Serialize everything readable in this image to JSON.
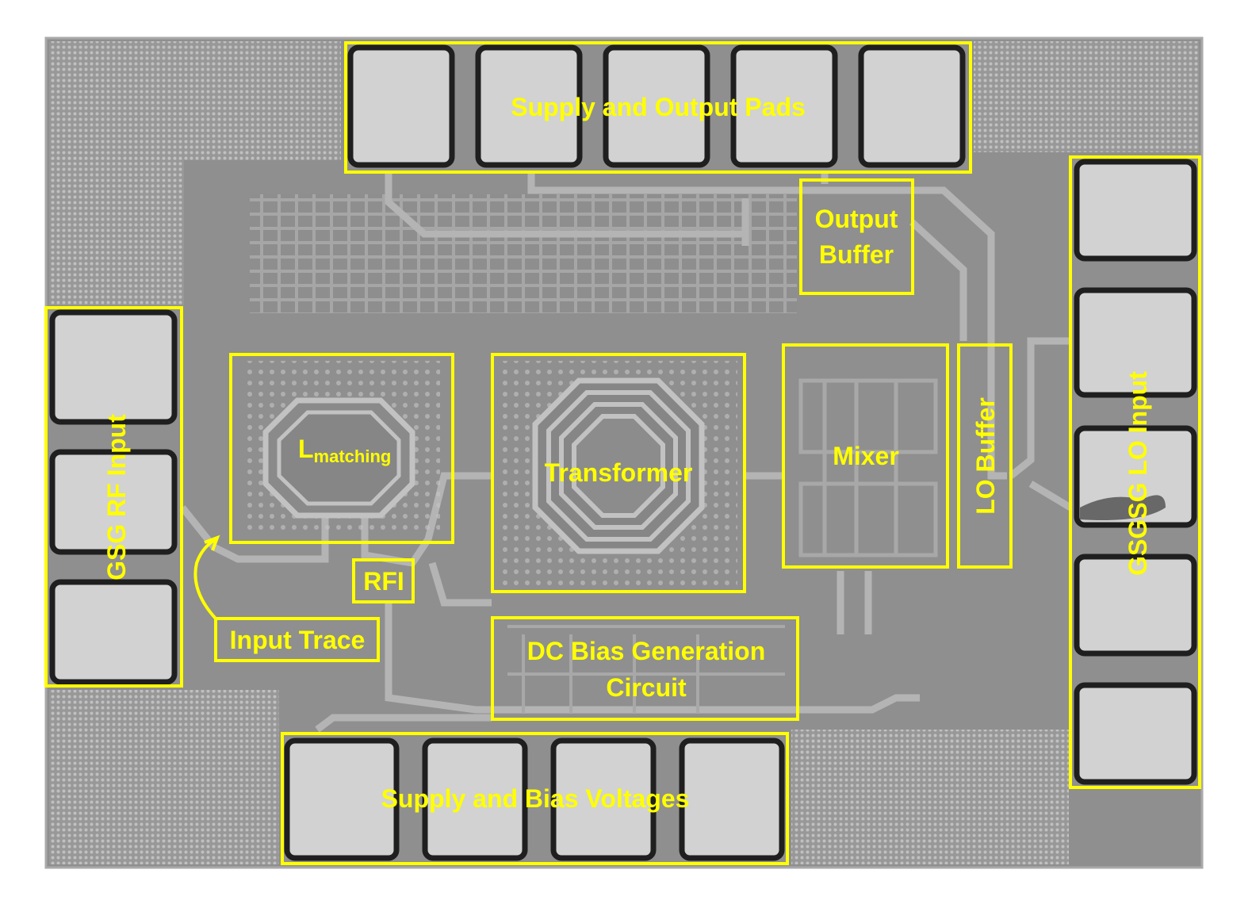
{
  "colors": {
    "annotation": "#ffff00",
    "die_background": "#8f8f8f",
    "pad_fill": "#d2d2d2",
    "pad_border": "#1f1f1f",
    "metal_trace": "#b4b4b4"
  },
  "labels": {
    "supply_output_pads": "Supply and Output Pads",
    "output_buffer_line1": "Output",
    "output_buffer_line2": "Buffer",
    "gsg_rf_input": "GSG RF Input",
    "l_matching_main": "L",
    "l_matching_sub": "matching",
    "transformer": "Transformer",
    "mixer": "Mixer",
    "lo_buffer": "LO Buffer",
    "gsgsg_lo_input": "GSGSG LO Input",
    "rfi": "RFI",
    "input_trace": "Input Trace",
    "dc_bias_line1": "DC Bias Generation",
    "dc_bias_line2": "Circuit",
    "supply_bias_voltages": "Supply and Bias Voltages"
  }
}
